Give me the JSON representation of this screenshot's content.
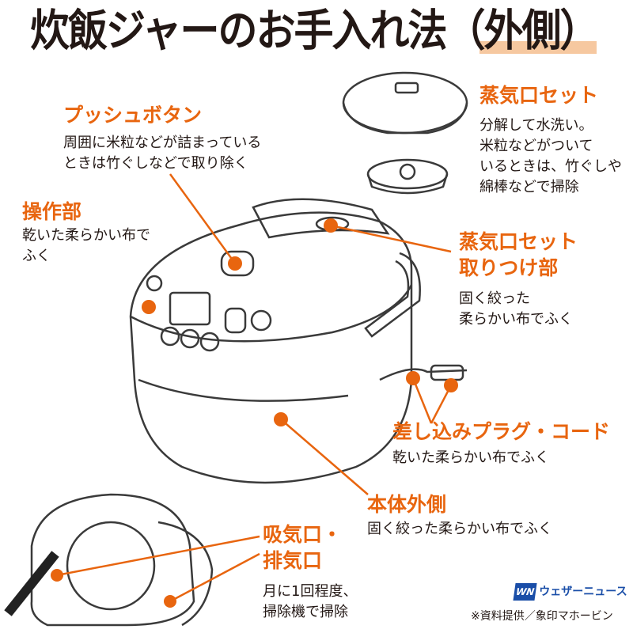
{
  "title": "炊飯ジャーのお手入れ法（外側）",
  "colors": {
    "accent": "#e8650f",
    "highlight": "#f6c8a0",
    "logo": "#1a4ea8"
  },
  "labels": {
    "push_button": {
      "heading": "プッシュボタン",
      "body": "周囲に米粒などが詰まっている\nときは竹ぐしなどで取り除く"
    },
    "control": {
      "heading": "操作部",
      "body": "乾いた柔らかい布で\nふく"
    },
    "steam_set": {
      "heading": "蒸気口セット",
      "body": "分解して水洗い。\n米粒などがついて\nいるときは、竹ぐしや\n綿棒などで掃除"
    },
    "steam_mount": {
      "heading": "蒸気口セット\n取りつけ部",
      "body": "固く絞った\n柔らかい布でふく"
    },
    "plug": {
      "heading": "差し込みプラグ・コード",
      "body": "乾いた柔らかい布でふく"
    },
    "body_outer": {
      "heading": "本体外側",
      "body": "固く絞った柔らかい布でふく"
    },
    "vent": {
      "heading": "吸気口・\n排気口",
      "body": "月に1回程度、\n掃除機で掃除"
    }
  },
  "logo": {
    "mark": "WN",
    "name": "ウェザーニュース"
  },
  "credit": "※資料提供／象印マホービン"
}
